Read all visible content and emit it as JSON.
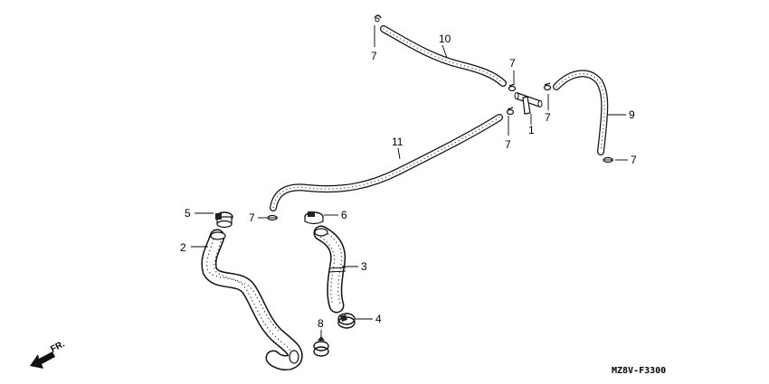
{
  "diagram": {
    "callouts": {
      "p1": "1",
      "p2": "2",
      "p3": "3",
      "p4": "4",
      "p5": "5",
      "p6": "6",
      "p7": "7",
      "p8": "8",
      "p9": "9",
      "p10": "10",
      "p11": "11"
    },
    "direction_label": "FR.",
    "diagram_code": "MZ8V-F3300"
  }
}
